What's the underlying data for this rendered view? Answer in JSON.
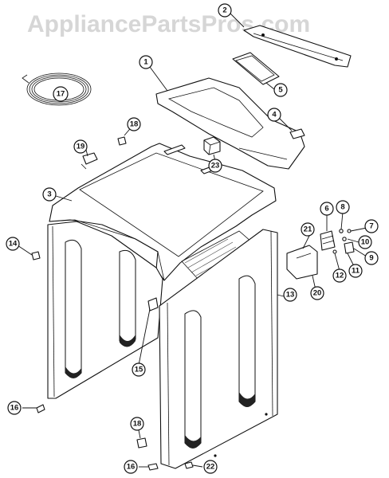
{
  "watermark": "AppliancePartsPros.com",
  "callouts": [
    {
      "id": "c1",
      "label": "1"
    },
    {
      "id": "c2",
      "label": "2"
    },
    {
      "id": "c3",
      "label": "3"
    },
    {
      "id": "c4",
      "label": "4"
    },
    {
      "id": "c5",
      "label": "5"
    },
    {
      "id": "c6",
      "label": "6"
    },
    {
      "id": "c7",
      "label": "7"
    },
    {
      "id": "c8",
      "label": "8"
    },
    {
      "id": "c9",
      "label": "9"
    },
    {
      "id": "c10",
      "label": "10"
    },
    {
      "id": "c11",
      "label": "11"
    },
    {
      "id": "c12",
      "label": "12"
    },
    {
      "id": "c13",
      "label": "13"
    },
    {
      "id": "c14",
      "label": "14"
    },
    {
      "id": "c15",
      "label": "15"
    },
    {
      "id": "c16a",
      "label": "16"
    },
    {
      "id": "c16b",
      "label": "16"
    },
    {
      "id": "c17",
      "label": "17"
    },
    {
      "id": "c18a",
      "label": "18"
    },
    {
      "id": "c18b",
      "label": "18"
    },
    {
      "id": "c19",
      "label": "19"
    },
    {
      "id": "c20",
      "label": "20"
    },
    {
      "id": "c21",
      "label": "21"
    },
    {
      "id": "c22",
      "label": "22"
    },
    {
      "id": "c23",
      "label": "23"
    }
  ]
}
